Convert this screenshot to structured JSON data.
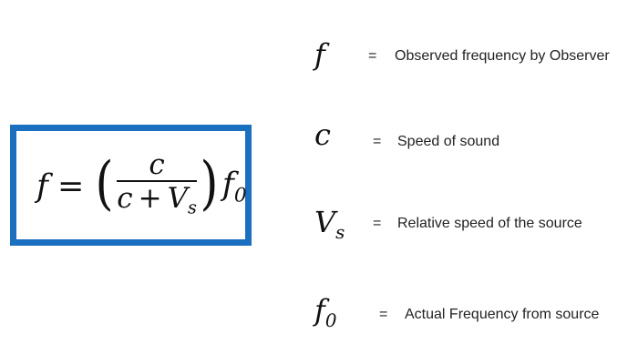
{
  "formula": {
    "lhs": "f",
    "equals": "=",
    "open_paren": "(",
    "numerator": "c",
    "denominator_a": "c",
    "plus": "+",
    "denominator_b": "V",
    "denominator_b_sub": "s",
    "close_paren": ")",
    "tail": "f",
    "tail_sub": "0"
  },
  "definitions": [
    {
      "symbol": "f",
      "subscript": "",
      "equals": "=",
      "text": "Observed frequency by Observer"
    },
    {
      "symbol": "c",
      "subscript": "",
      "equals": "=",
      "text": "Speed of sound"
    },
    {
      "symbol": "V",
      "subscript": "s",
      "equals": "=",
      "text": "Relative speed of the source"
    },
    {
      "symbol": "f",
      "subscript": "0",
      "equals": "=",
      "text": "Actual Frequency from source"
    }
  ],
  "colors": {
    "box_border": "#1a6fbf",
    "text": "#111111"
  }
}
